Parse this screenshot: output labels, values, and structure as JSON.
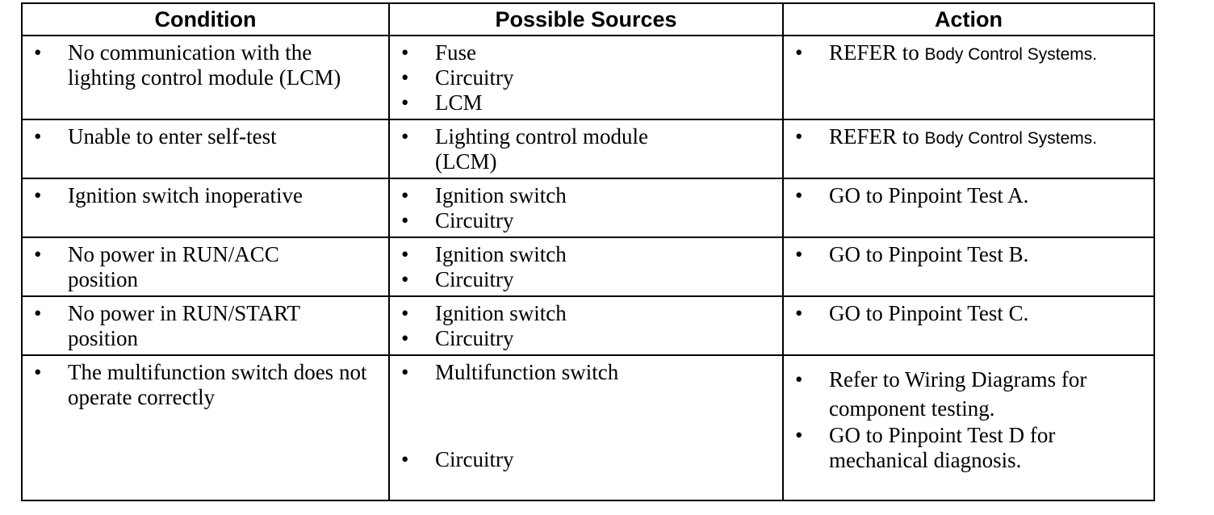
{
  "headers": {
    "condition": "Condition",
    "sources": "Possible Sources",
    "action": "Action"
  },
  "rows": [
    {
      "condition": [
        "No communication with the lighting control module (LCM)"
      ],
      "sources": [
        "Fuse",
        "Circuitry",
        "LCM"
      ],
      "action": [
        {
          "prefix": "REFER to ",
          "ref": "Body Control Systems."
        }
      ]
    },
    {
      "condition": [
        "Unable to enter self-test"
      ],
      "sources": [
        "Lighting control module (LCM)"
      ],
      "action": [
        {
          "prefix": "REFER to ",
          "ref": "Body Control Systems."
        }
      ]
    },
    {
      "condition": [
        "Ignition switch inoperative"
      ],
      "sources": [
        "Ignition switch",
        "Circuitry"
      ],
      "action": [
        "GO to Pinpoint Test A."
      ]
    },
    {
      "condition": [
        "No power in RUN/ACC position"
      ],
      "sources": [
        "Ignition switch",
        "Circuitry"
      ],
      "action": [
        "GO to Pinpoint Test B."
      ]
    },
    {
      "condition": [
        "No power in RUN/START position"
      ],
      "sources": [
        "Ignition switch",
        "Circuitry"
      ],
      "action": [
        "GO to Pinpoint Test C."
      ]
    },
    {
      "condition": [
        "The multifunction switch does not operate correctly"
      ],
      "sources": [
        "Multifunction switch",
        "Circuitry"
      ],
      "action": [
        "Refer to Wiring Diagrams for component testing.",
        "GO to Pinpoint Test D for mechanical diagnosis."
      ]
    }
  ]
}
